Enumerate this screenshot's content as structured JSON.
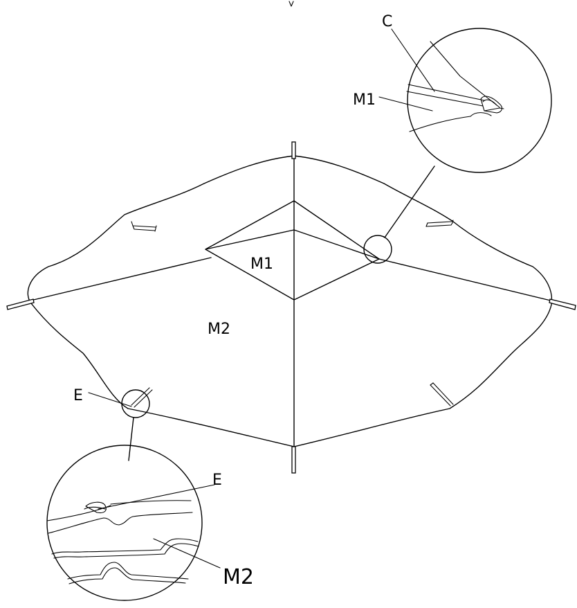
{
  "labels": {
    "c": "C",
    "m1_detail": "M1",
    "m1_center": "M1",
    "m2_center": "M2",
    "e_main": "E",
    "e_detail": "E",
    "m2_detail": "M2"
  }
}
